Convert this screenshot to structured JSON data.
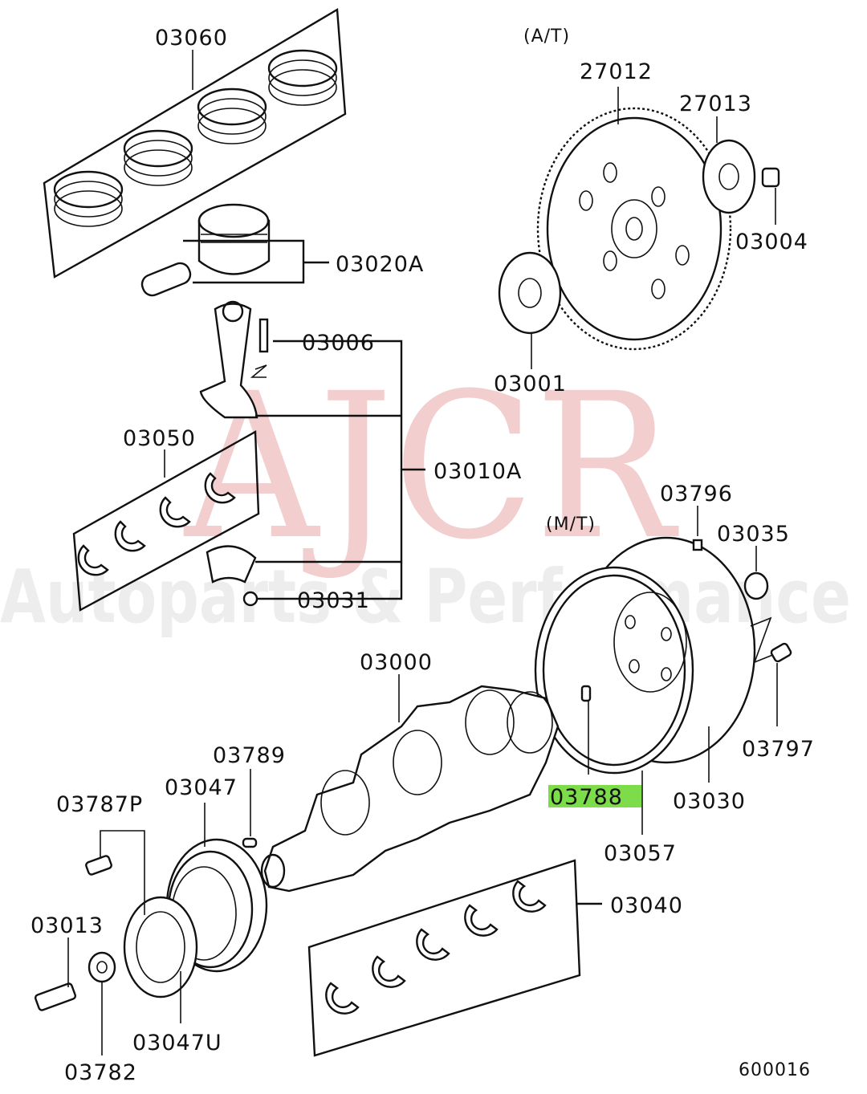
{
  "watermark": {
    "brand": "AJCR",
    "tagline": "Autoparts & Performance"
  },
  "variants": {
    "automatic": "(A/T)",
    "manual": "(M/T)"
  },
  "parts": {
    "piston_rings": "03060",
    "piston": "03020A",
    "conrod_bolt": "03006",
    "conrod_bearing": "03050",
    "conrod_assy": "03010A",
    "conrod_nut": "03031",
    "crankshaft": "03000",
    "pin_03789": "03789",
    "pulley": "03047",
    "bolt_03787p": "03787P",
    "bolt_03013": "03013",
    "pulley_inner": "03047U",
    "washer": "03782",
    "main_bearing": "03040",
    "drive_plate": "27012",
    "adapter_plate": "27013",
    "bolt_03004": "03004",
    "spacer": "03001",
    "pin_03796": "03796",
    "bearing_03035": "03035",
    "bolt_03797": "03797",
    "flywheel": "03030",
    "pin_03788": "03788",
    "ring_gear": "03057"
  },
  "highlight_color": "#7ddc4a",
  "diagram_code": "600016"
}
